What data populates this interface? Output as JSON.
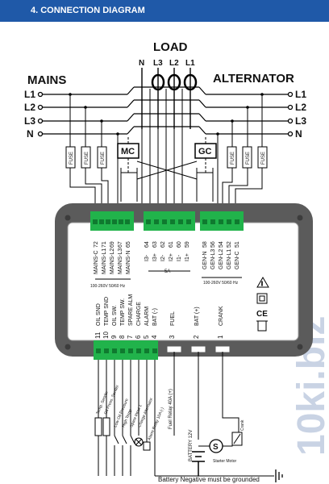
{
  "header": {
    "title": "4. CONNECTION DIAGRAM"
  },
  "labels": {
    "load": "LOAD",
    "mains": "MAINS",
    "alternator": "ALTERNATOR",
    "mc": "MC",
    "gc": "GC",
    "fuse": "FUSE",
    "battery_note": "Battery Negative must be grounded",
    "battery": "BATTERY 12V",
    "starter_motor": "Starter Motor",
    "crank_relay": "Crank",
    "fuel_relay": "Fuel Relay 40A (+)",
    "watermark": "10ki.biz"
  },
  "load_phases": [
    "N",
    "L3",
    "L2",
    "L1"
  ],
  "left_lines": [
    "L1",
    "L2",
    "L3",
    "N"
  ],
  "right_lines": [
    "L1",
    "L2",
    "L3",
    "N"
  ],
  "top_terminals_left": [
    {
      "num": "72",
      "name": "MAINS-C"
    },
    {
      "num": "71",
      "name": "MAINS-L1"
    },
    {
      "num": "69",
      "name": "MAINS-L2"
    },
    {
      "num": "67",
      "name": "MAINS-L3"
    },
    {
      "num": "65",
      "name": "MAINS-N"
    }
  ],
  "top_terminals_mid": [
    {
      "num": "64",
      "name": "I3-"
    },
    {
      "num": "63",
      "name": "I3+"
    },
    {
      "num": "62",
      "name": "I2-"
    },
    {
      "num": "61",
      "name": "I2+"
    },
    {
      "num": "60",
      "name": "I1-"
    },
    {
      "num": "59",
      "name": "I1+"
    }
  ],
  "top_terminals_right": [
    {
      "num": "58",
      "name": "GEN-N"
    },
    {
      "num": "56",
      "name": "GEN-L3"
    },
    {
      "num": "54",
      "name": "GEN-L2"
    },
    {
      "num": "52",
      "name": "GEN-L1"
    },
    {
      "num": "51",
      "name": "GEN-C"
    }
  ],
  "mains_rating": "100-260V 50/60 Hz",
  "ct_rating": "5A",
  "gen_rating": "100-260V 50/60 Hz",
  "bottom_terminals": [
    {
      "num": "11",
      "name": "OIL SND"
    },
    {
      "num": "10",
      "name": "TEMP SND"
    },
    {
      "num": "9",
      "name": "OIL SW."
    },
    {
      "num": "8",
      "name": "TEMP SW."
    },
    {
      "num": "7",
      "name": "SPARE ALM"
    },
    {
      "num": "6",
      "name": "CHARGE"
    },
    {
      "num": "5",
      "name": "ALARM"
    },
    {
      "num": "4",
      "name": "BAT (-)"
    },
    {
      "num": "3",
      "name": "FUEL"
    },
    {
      "num": "2",
      "name": "BAT (+)"
    },
    {
      "num": "1",
      "name": "CRANK"
    }
  ],
  "sensor_labels": [
    "Temp. Sender",
    "Oil Press. Sender",
    "Low Oil Pressure",
    "High Temp",
    "Spare Input 1",
    "Charge Alternator",
    "Alarm Relay 10A (-)"
  ]
}
